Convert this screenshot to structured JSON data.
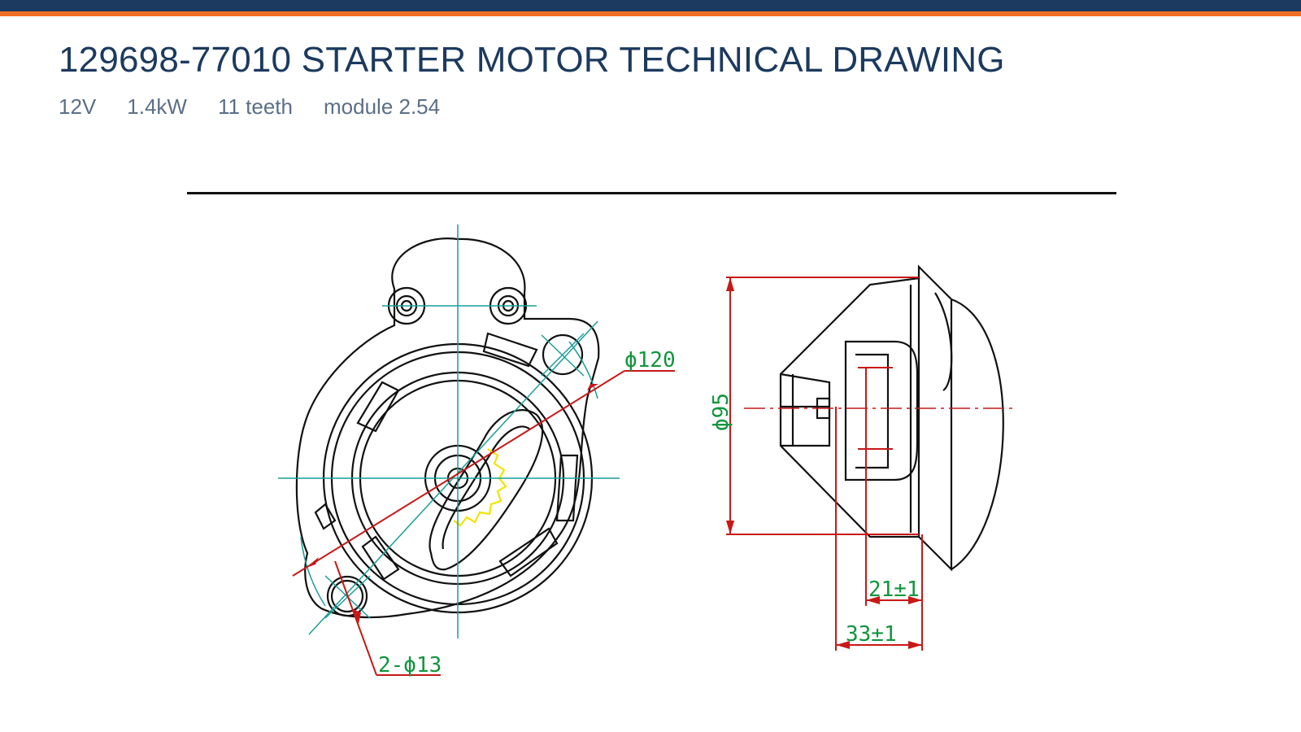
{
  "colors": {
    "navy": "#1c3a5f",
    "orange": "#f26f21",
    "title": "#1c3a5f",
    "specs": "#5a6f87",
    "outline": "#111111",
    "centerline": "#1a9e97",
    "dimension": "#c81818",
    "dimtext": "#10963c",
    "gear": "#f2e400"
  },
  "header": {
    "title": "129698-77010 STARTER MOTOR TECHNICAL DRAWING",
    "specs": [
      "12V",
      "1.4kW",
      "11 teeth",
      "module 2.54"
    ]
  },
  "drawing": {
    "front_view": {
      "flange_diameter_label": "ϕ120",
      "bolt_holes_label": "2-ϕ13"
    },
    "side_view": {
      "pilot_diameter_label": "ϕ95",
      "pinion_offset_label": "21±1",
      "pinion_length_label": "33±1"
    }
  }
}
